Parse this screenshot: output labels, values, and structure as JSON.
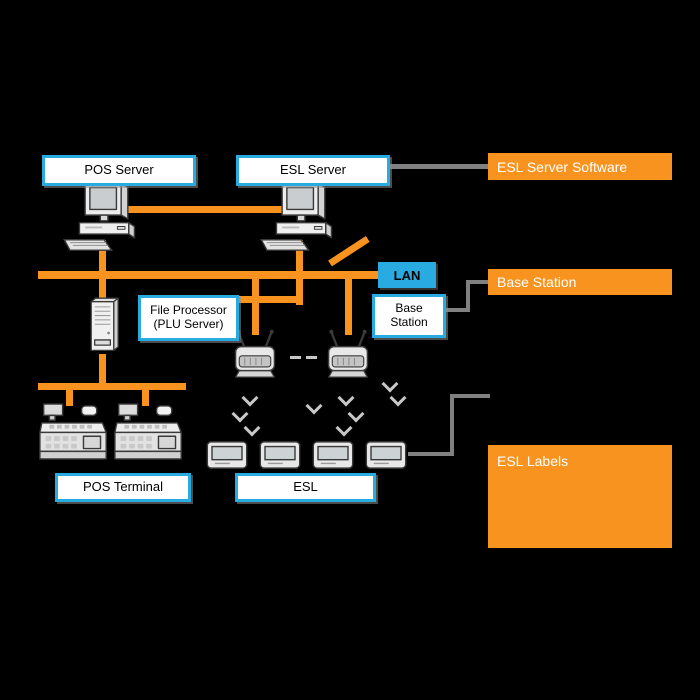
{
  "colors": {
    "background": "#000000",
    "line_orange": "#F7931E",
    "node_border_blue": "#29ABE2",
    "lan_fill": "#29ABE2",
    "connector_gray": "#808080",
    "callout_orange": "#F7931E",
    "callout_text": "#FFFFFF",
    "signal_gray": "#C8C8C8"
  },
  "nodes": {
    "pos_server": {
      "label": "POS Server"
    },
    "esl_server": {
      "label": "ESL Server"
    },
    "lan": {
      "label": "LAN"
    },
    "file_processor": {
      "line1": "File Processor",
      "line2": "(PLU Server)"
    },
    "base_station": {
      "line1": "Base",
      "line2": "Station"
    },
    "pos_terminal": {
      "label": "POS Terminal"
    },
    "esl": {
      "label": "ESL"
    }
  },
  "callouts": {
    "esl_server_software": {
      "label": "ESL Server Software"
    },
    "base_station": {
      "label": "Base Station"
    },
    "esl_labels": {
      "label": "ESL Labels"
    }
  },
  "icons": {
    "computers": [
      "pos-server-computer-icon",
      "esl-server-computer-icon"
    ],
    "server_tower": "file-server-tower-icon",
    "base_station_devices": 2,
    "pos_terminal_devices": 2,
    "esl_tag_devices": 4,
    "wireless_signal": "wireless-signal-icon"
  }
}
